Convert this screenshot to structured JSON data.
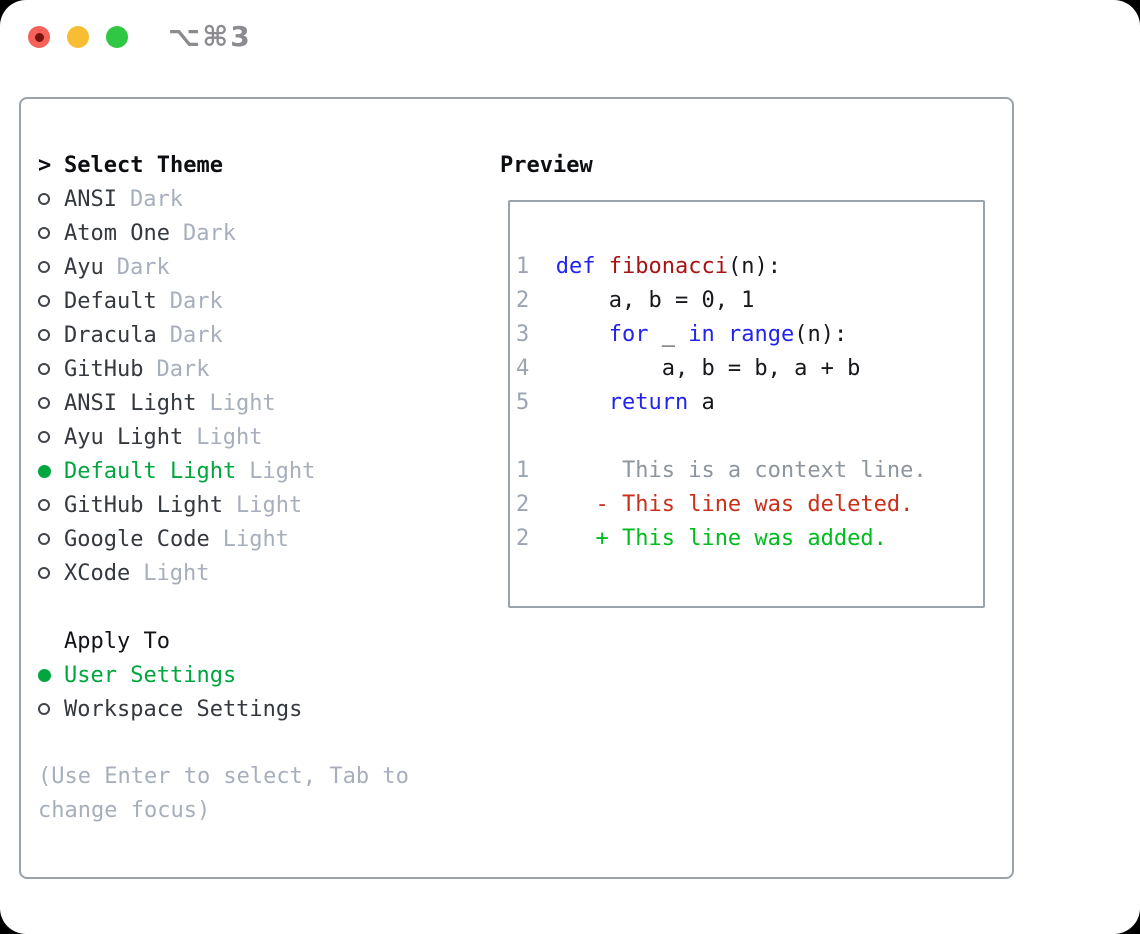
{
  "window": {
    "title": "⌥⌘3"
  },
  "traffic_lights": {
    "close_color": "#f6615a",
    "close_dot_color": "#76140f",
    "minimize_color": "#f9bd33",
    "zoom_color": "#30c745"
  },
  "theme_picker": {
    "header_marker": ">",
    "header": "Select Theme",
    "themes": [
      {
        "name": "ANSI",
        "tag": "Dark",
        "selected": false
      },
      {
        "name": "Atom One",
        "tag": "Dark",
        "selected": false
      },
      {
        "name": "Ayu",
        "tag": "Dark",
        "selected": false
      },
      {
        "name": "Default",
        "tag": "Dark",
        "selected": false
      },
      {
        "name": "Dracula",
        "tag": "Dark",
        "selected": false
      },
      {
        "name": "GitHub",
        "tag": "Dark",
        "selected": false
      },
      {
        "name": "ANSI Light",
        "tag": "Light",
        "selected": false
      },
      {
        "name": "Ayu Light",
        "tag": "Light",
        "selected": false
      },
      {
        "name": "Default Light",
        "tag": "Light",
        "selected": true
      },
      {
        "name": "GitHub Light",
        "tag": "Light",
        "selected": false
      },
      {
        "name": "Google Code",
        "tag": "Light",
        "selected": false
      },
      {
        "name": "XCode",
        "tag": "Light",
        "selected": false
      }
    ],
    "apply_to": {
      "header": "Apply To",
      "options": [
        {
          "name": "User Settings",
          "selected": true
        },
        {
          "name": "Workspace Settings",
          "selected": false
        }
      ]
    },
    "hint": [
      "(Use Enter to select, Tab to",
      "change focus)"
    ]
  },
  "preview": {
    "title": "Preview",
    "lines": [
      {
        "name": "code-line-1",
        "tokens": [
          [
            "1",
            "num"
          ],
          [
            "  ",
            "plain"
          ],
          [
            "def",
            "kw"
          ],
          [
            " ",
            "plain"
          ],
          [
            "fibonacci",
            "fn"
          ],
          [
            "(n):",
            "plain"
          ]
        ]
      },
      {
        "name": "code-line-2",
        "tokens": [
          [
            "2",
            "num"
          ],
          [
            "      ",
            "plain"
          ],
          [
            "a, b = 0, 1",
            "plain"
          ]
        ]
      },
      {
        "name": "code-line-3",
        "tokens": [
          [
            "3",
            "num"
          ],
          [
            "      ",
            "plain"
          ],
          [
            "for",
            "kw"
          ],
          [
            " _ ",
            "plain"
          ],
          [
            "in",
            "kw"
          ],
          [
            " ",
            "plain"
          ],
          [
            "range",
            "kw"
          ],
          [
            "(n):",
            "plain"
          ]
        ]
      },
      {
        "name": "code-line-4",
        "tokens": [
          [
            "4",
            "num"
          ],
          [
            "          ",
            "plain"
          ],
          [
            "a, b = b, a + b",
            "plain"
          ]
        ]
      },
      {
        "name": "code-line-5",
        "tokens": [
          [
            "5",
            "num"
          ],
          [
            "      ",
            "plain"
          ],
          [
            "return",
            "kw"
          ],
          [
            " a",
            "plain"
          ]
        ]
      },
      {
        "name": "blank-line",
        "tokens": []
      },
      {
        "name": "diff-context-line",
        "tokens": [
          [
            "1",
            "num"
          ],
          [
            "       ",
            "plain"
          ],
          [
            "This is a context line.",
            "ctx"
          ]
        ]
      },
      {
        "name": "diff-deleted-line",
        "tokens": [
          [
            "2",
            "num"
          ],
          [
            "     ",
            "plain"
          ],
          [
            "- This line was deleted.",
            "del"
          ]
        ]
      },
      {
        "name": "diff-added-line",
        "tokens": [
          [
            "2",
            "num"
          ],
          [
            "     ",
            "plain"
          ],
          [
            "+ This line was added.",
            "add"
          ]
        ]
      }
    ]
  },
  "colors": {
    "selected_green": "#00a63e",
    "num": "#9aa4b2",
    "plain": "#16181c",
    "kw": "#2323ee",
    "fn": "#a81414",
    "ctx": "#8d959e",
    "del": "#c8301b",
    "add": "#00bd1e",
    "item_text": "#34383f",
    "tag_text": "#a7afbc",
    "border": "#9aa2ab"
  }
}
